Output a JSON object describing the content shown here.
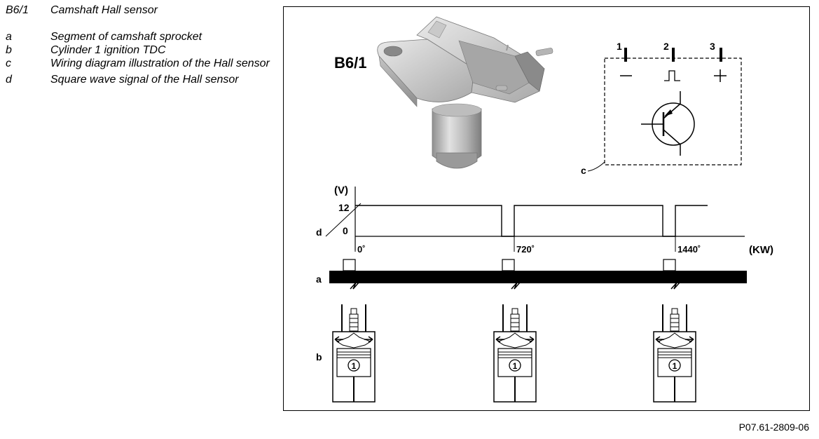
{
  "legend": {
    "title": {
      "key": "B6/1",
      "text": "Camshaft Hall sensor"
    },
    "items": [
      {
        "key": "a",
        "text": "Segment of camshaft sprocket"
      },
      {
        "key": "b",
        "text": "Cylinder 1 ignition TDC"
      },
      {
        "key": "c",
        "text": "Wiring diagram illustration of the Hall sensor"
      },
      {
        "key": "d",
        "text": "Square wave signal of the Hall sensor"
      }
    ]
  },
  "diagram": {
    "sensor_label": "B6/1",
    "pins": [
      "1",
      "2",
      "3"
    ],
    "pin_symbols": [
      "—",
      "⎍",
      "+"
    ],
    "callouts": {
      "a": "a",
      "b": "b",
      "c": "c",
      "d": "d"
    },
    "voltage_unit": "(V)",
    "voltage_levels": [
      "12",
      "0"
    ],
    "angle_unit": "(KW)",
    "angle_marks": [
      "0˚",
      "720˚",
      "1440˚"
    ],
    "piston_number": "1"
  },
  "figure_id": "P07.61-2809-06"
}
